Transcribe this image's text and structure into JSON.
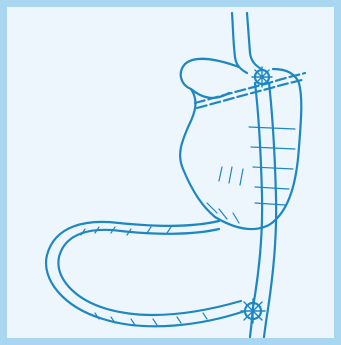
{
  "figure": {
    "frame_color": "#a9d7f2",
    "background_color": "#eef6fd",
    "line_color": "#1d87c2",
    "icons": {
      "upper_junction": "staple-line-icon",
      "lower_junction": "staple-line-icon"
    },
    "parts": [
      "stomach-pouch",
      "remnant-stomach",
      "jejunal-limb",
      "esophagus"
    ]
  }
}
